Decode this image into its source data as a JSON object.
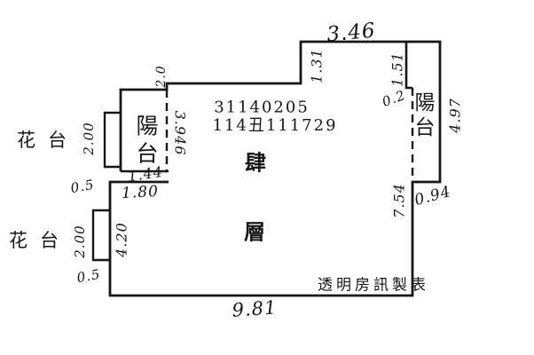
{
  "plan": {
    "ink_color": "#161616",
    "background_color": "#ffffff",
    "survey_number": "31140205",
    "parcel_number": "114丑111729",
    "floor_label": {
      "char_top": "肆",
      "char_bottom": "層"
    },
    "watermark": "透明房訊製表",
    "rooms": {
      "balcony_left": "陽台",
      "balcony_right": "陽台",
      "flower_bed_upper": "花台",
      "flower_bed_lower": "花台"
    },
    "dimensions": {
      "top_width": "3.46",
      "top_left_inner_wall": "1.31",
      "top_right_inner_wall": "1.51",
      "right_balcony_jog": "0.2",
      "right_balcony_height": "4.97",
      "left_balcony_top": "2.0",
      "left_balcony_inner_wall": "3.946",
      "left_balcony_width": "1.44",
      "upper_flower_bed_height": "2.00",
      "upper_left_offset": "0.5",
      "inner_wall_width": "1.80",
      "lower_flower_bed_height": "2.00",
      "lower_left_wall": "4.20",
      "lower_left_offset": "0.5",
      "right_wall_lower": "7.54",
      "right_balcony_bottom": "0.94",
      "bottom_width": "9.81"
    }
  }
}
